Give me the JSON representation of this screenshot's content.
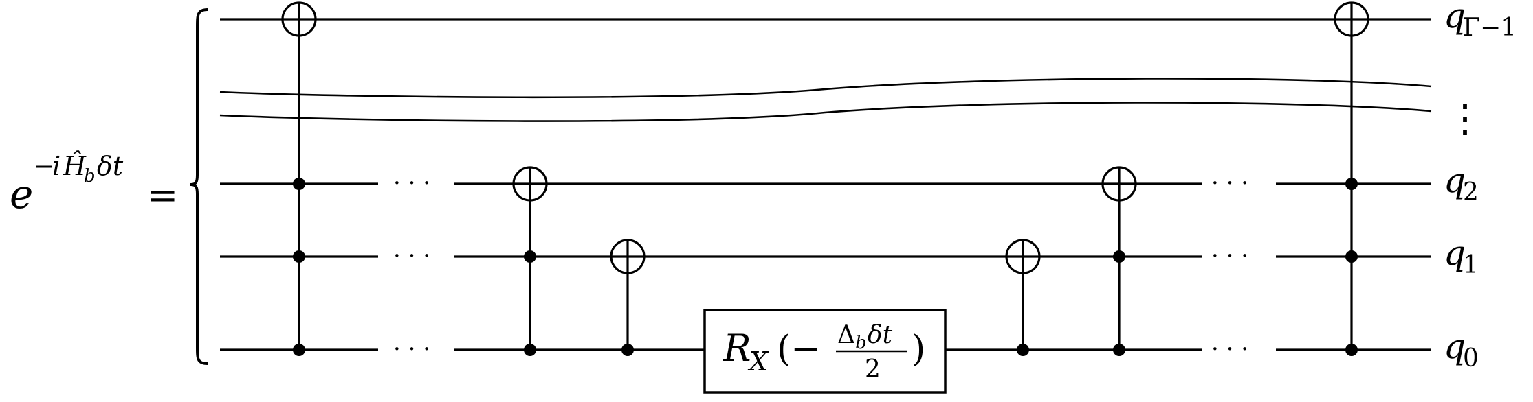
{
  "equation": {
    "lhs_base": "e",
    "lhs_exponent_sign": "−",
    "lhs_exponent_i": "i",
    "lhs_exponent_H": "Ĥ",
    "lhs_exponent_sub": "b",
    "lhs_exponent_rest": "δt",
    "equals": "="
  },
  "qubit_labels": [
    {
      "letter": "q",
      "sub": "Γ−1"
    },
    {
      "letter": "q",
      "sub": "2"
    },
    {
      "letter": "q",
      "sub": "1"
    },
    {
      "letter": "q",
      "sub": "0"
    }
  ],
  "vertical_dots": "⋮",
  "ellipsis": "· · ·",
  "rotation_gate": {
    "R": "R",
    "sub": "X",
    "open": "(−",
    "numerator_delta": "Δ",
    "numerator_sub": "b",
    "numerator_rest": "δt",
    "denominator": "2",
    "close": ")"
  }
}
